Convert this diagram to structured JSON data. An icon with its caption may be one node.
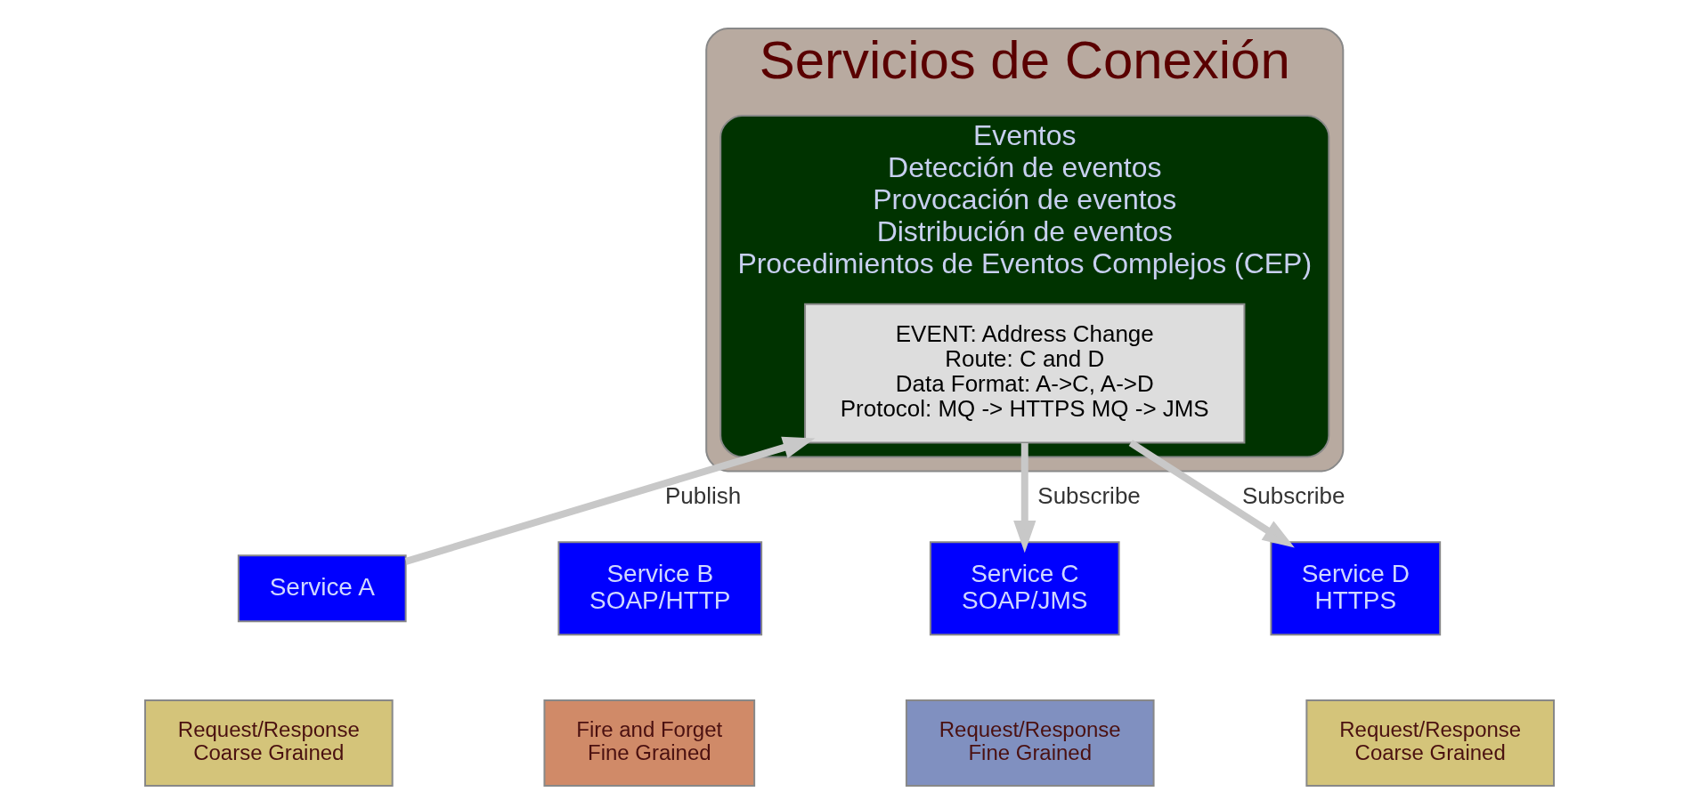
{
  "diagram": {
    "nodes": [
      {
        "text": [
          "Servicios de Conexión"
        ]
      },
      {
        "text": [
          "Eventos",
          "Detección de eventos",
          "Provocación de eventos",
          "Distribución de eventos",
          "Procedimientos de Eventos Complejos (CEP)"
        ],
        "in": 0
      },
      {
        "text": [
          "EVENT: Address Change",
          "Route: C and D",
          "Data Format: A->C, A->D",
          "Protocol: MQ -> HTTPS MQ -> JMS"
        ],
        "in": 1
      },
      {
        "text": [
          "Service A"
        ]
      },
      {
        "text": [
          "Service B",
          "SOAP/HTTP"
        ]
      },
      {
        "text": [
          "Service C",
          "SOAP/JMS"
        ]
      },
      {
        "text": [
          "Service D",
          "HTTPS"
        ]
      },
      {
        "text": [
          "Request/Response",
          "Coarse Grained"
        ]
      },
      {
        "text": [
          "Fire and Forget",
          "Fine Grained"
        ]
      },
      {
        "text": [
          "Request/Response",
          "Fine Grained"
        ]
      },
      {
        "text": [
          "Request/Response",
          "Coarse Grained"
        ]
      }
    ],
    "edges": [
      {
        "from": 3,
        "to": 2,
        "arrow": "to",
        "label": "Publish"
      },
      {
        "from": 2,
        "to": 5,
        "arrow": "to",
        "label": "Subscribe"
      },
      {
        "from": 2,
        "to": 6,
        "arrow": "to",
        "label": "Subscribe"
      }
    ]
  }
}
